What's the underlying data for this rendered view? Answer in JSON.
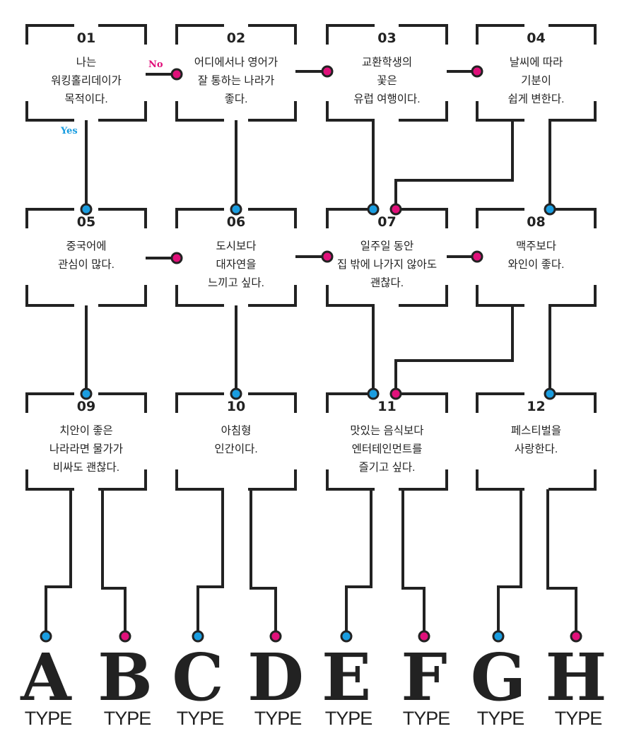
{
  "colors": {
    "no": "#e0107a",
    "yes": "#1a9de0",
    "line": "#222222"
  },
  "labels": {
    "no": "No",
    "yes": "Yes"
  },
  "questions": [
    {
      "num": "01",
      "lines": [
        "나는",
        "워킹홀리데이가",
        "목적이다."
      ]
    },
    {
      "num": "02",
      "lines": [
        "어디에서나 영어가",
        "잘 통하는 나라가",
        "좋다."
      ]
    },
    {
      "num": "03",
      "lines": [
        "교환학생의",
        "꽃은",
        "유럽 여행이다."
      ]
    },
    {
      "num": "04",
      "lines": [
        "날씨에 따라",
        "기분이",
        "쉽게 변한다."
      ]
    },
    {
      "num": "05",
      "lines": [
        "중국어에",
        "관심이 많다."
      ]
    },
    {
      "num": "06",
      "lines": [
        "도시보다",
        "대자연을",
        "느끼고 싶다."
      ]
    },
    {
      "num": "07",
      "lines": [
        "일주일 동안",
        "집 밖에 나가지 않아도",
        "괜찮다."
      ]
    },
    {
      "num": "08",
      "lines": [
        "맥주보다",
        "와인이 좋다."
      ]
    },
    {
      "num": "09",
      "lines": [
        "치안이 좋은",
        "나라라면 물가가",
        "비싸도 괜찮다."
      ]
    },
    {
      "num": "10",
      "lines": [
        "아침형",
        "인간이다."
      ]
    },
    {
      "num": "11",
      "lines": [
        "맛있는 음식보다",
        "엔터테인먼트를",
        "즐기고 싶다."
      ]
    },
    {
      "num": "12",
      "lines": [
        "페스티벌을",
        "사랑한다."
      ]
    }
  ],
  "types": [
    {
      "letter": "A",
      "word": "TYPE"
    },
    {
      "letter": "B",
      "word": "TYPE"
    },
    {
      "letter": "C",
      "word": "TYPE"
    },
    {
      "letter": "D",
      "word": "TYPE"
    },
    {
      "letter": "E",
      "word": "TYPE"
    },
    {
      "letter": "F",
      "word": "TYPE"
    },
    {
      "letter": "G",
      "word": "TYPE"
    },
    {
      "letter": "H",
      "word": "TYPE"
    }
  ],
  "connections": [
    {
      "from": "01",
      "to": "02",
      "answer": "no"
    },
    {
      "from": "01",
      "to": "05",
      "answer": "yes"
    },
    {
      "from": "02",
      "to": "03",
      "answer": "no"
    },
    {
      "from": "02",
      "to": "06",
      "answer": "yes"
    },
    {
      "from": "03",
      "to": "04",
      "answer": "no"
    },
    {
      "from": "03",
      "to": "07",
      "answer": "yes"
    },
    {
      "from": "04",
      "to": "07",
      "answer": "no"
    },
    {
      "from": "04",
      "to": "08",
      "answer": "yes"
    },
    {
      "from": "05",
      "to": "06",
      "answer": "no"
    },
    {
      "from": "05",
      "to": "09",
      "answer": "yes"
    },
    {
      "from": "06",
      "to": "07",
      "answer": "no"
    },
    {
      "from": "06",
      "to": "10",
      "answer": "yes"
    },
    {
      "from": "07",
      "to": "08",
      "answer": "no"
    },
    {
      "from": "07",
      "to": "11",
      "answer": "yes"
    },
    {
      "from": "08",
      "to": "11",
      "answer": "no"
    },
    {
      "from": "08",
      "to": "12",
      "answer": "yes"
    },
    {
      "from": "09",
      "to": "A",
      "answer": "yes"
    },
    {
      "from": "09",
      "to": "B",
      "answer": "no"
    },
    {
      "from": "10",
      "to": "C",
      "answer": "yes"
    },
    {
      "from": "10",
      "to": "D",
      "answer": "no"
    },
    {
      "from": "11",
      "to": "E",
      "answer": "yes"
    },
    {
      "from": "11",
      "to": "F",
      "answer": "no"
    },
    {
      "from": "12",
      "to": "G",
      "answer": "yes"
    },
    {
      "from": "12",
      "to": "H",
      "answer": "no"
    }
  ]
}
